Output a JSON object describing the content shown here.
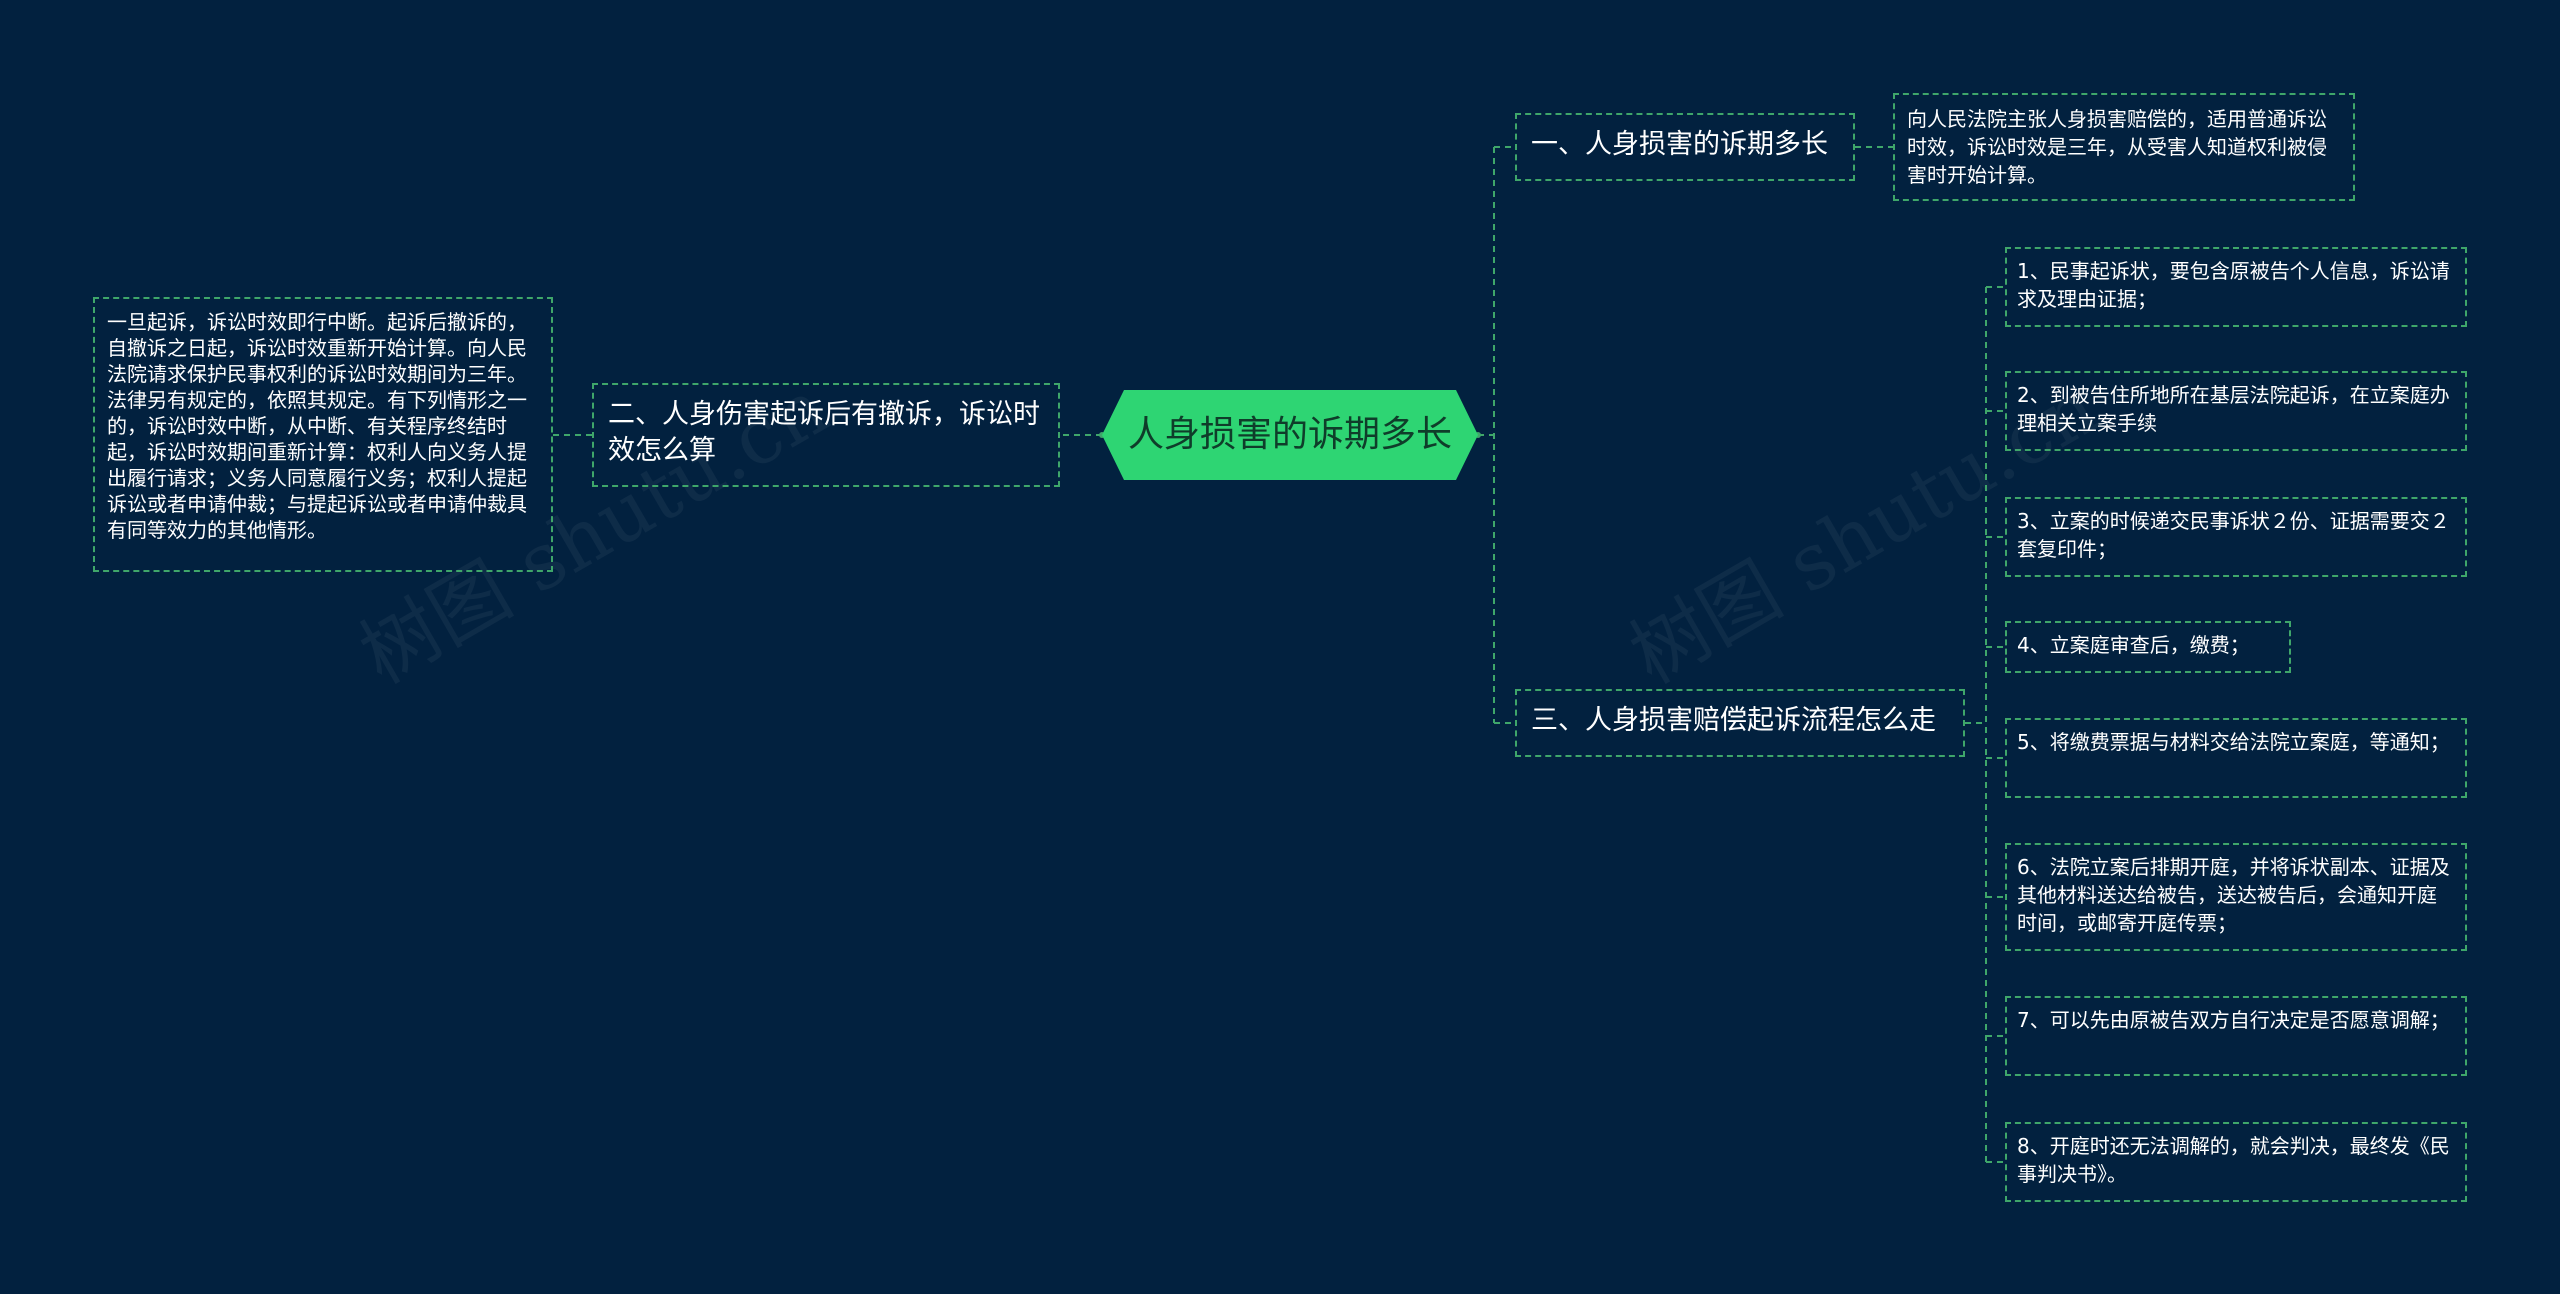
{
  "center": {
    "label": "人身损害的诉期多长"
  },
  "branches": {
    "b1": {
      "label": "一、人身损害的诉期多长",
      "leaf": "向人民法院主张人身损害赔偿的，适用普通诉讼时效，诉讼时效是三年，从受害人知道权利被侵害时开始计算。"
    },
    "b2": {
      "label": "二、人身伤害起诉后有撤诉，诉讼时效怎么算",
      "leaf": "一旦起诉，诉讼时效即行中断。起诉后撤诉的，自撤诉之日起，诉讼时效重新开始计算。向人民法院请求保护民事权利的诉讼时效期间为三年。法律另有规定的，依照其规定。有下列情形之一的，诉讼时效中断，从中断、有关程序终结时起，诉讼时效期间重新计算：权利人向义务人提出履行请求；义务人同意履行义务；权利人提起诉讼或者申请仲裁；与提起诉讼或者申请仲裁具有同等效力的其他情形。"
    },
    "b3": {
      "label": "三、人身损害赔偿起诉流程怎么走",
      "steps": [
        "1、民事起诉状，要包含原被告个人信息，诉讼请求及理由证据；",
        "2、到被告住所地所在基层法院起诉，在立案庭办理相关立案手续",
        "3、立案的时候递交民事诉状２份、证据需要交２套复印件；",
        "4、立案庭审查后，缴费；",
        "5、将缴费票据与材料交给法院立案庭，等通知；",
        "6、法院立案后排期开庭，并将诉状副本、证据及其他材料送达给被告，送达被告后，会通知开庭时间，或邮寄开庭传票；",
        "7、可以先由原被告双方自行决定是否愿意调解；",
        "8、开庭时还无法调解的，就会判决，最终发《民事判决书》。"
      ]
    }
  },
  "watermark": "树图 shutu.cn",
  "colors": {
    "background": "#02213f",
    "center_fill": "#2ed573",
    "line": "#3fa66a",
    "text": "#ffffff"
  }
}
